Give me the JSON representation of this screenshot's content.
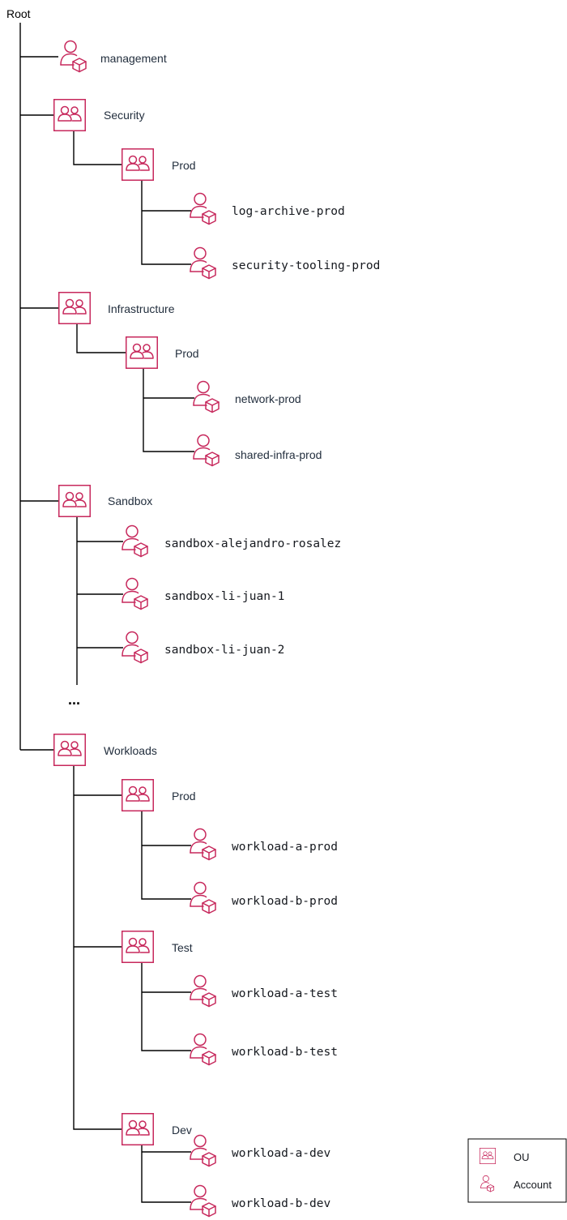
{
  "root_label": "Root",
  "ellipsis": "...",
  "colors": {
    "accent": "#c7285c",
    "connector": "#000000",
    "text": "#232f3e"
  },
  "icons": {
    "ou": "ou-icon",
    "account": "account-icon"
  },
  "nodes": {
    "management": "management",
    "security": "Security",
    "security_prod": "Prod",
    "log_archive_prod": "log-archive-prod",
    "security_tooling_prod": "security-tooling-prod",
    "infrastructure": "Infrastructure",
    "infrastructure_prod": "Prod",
    "network_prod": "network-prod",
    "shared_infra_prod": "shared-infra-prod",
    "sandbox": "Sandbox",
    "sandbox_alejandro_rosalez": "sandbox-alejandro-rosalez",
    "sandbox_li_juan_1": "sandbox-li-juan-1",
    "sandbox_li_juan_2": "sandbox-li-juan-2",
    "workloads": "Workloads",
    "workloads_prod": "Prod",
    "workload_a_prod": "workload-a-prod",
    "workload_b_prod": "workload-b-prod",
    "workloads_test": "Test",
    "workload_a_test": "workload-a-test",
    "workload_b_test": "workload-b-test",
    "workloads_dev": "Dev",
    "workload_a_dev": "workload-a-dev",
    "workload_b_dev": "workload-b-dev"
  },
  "legend": {
    "ou_label": "OU",
    "account_label": "Account"
  }
}
